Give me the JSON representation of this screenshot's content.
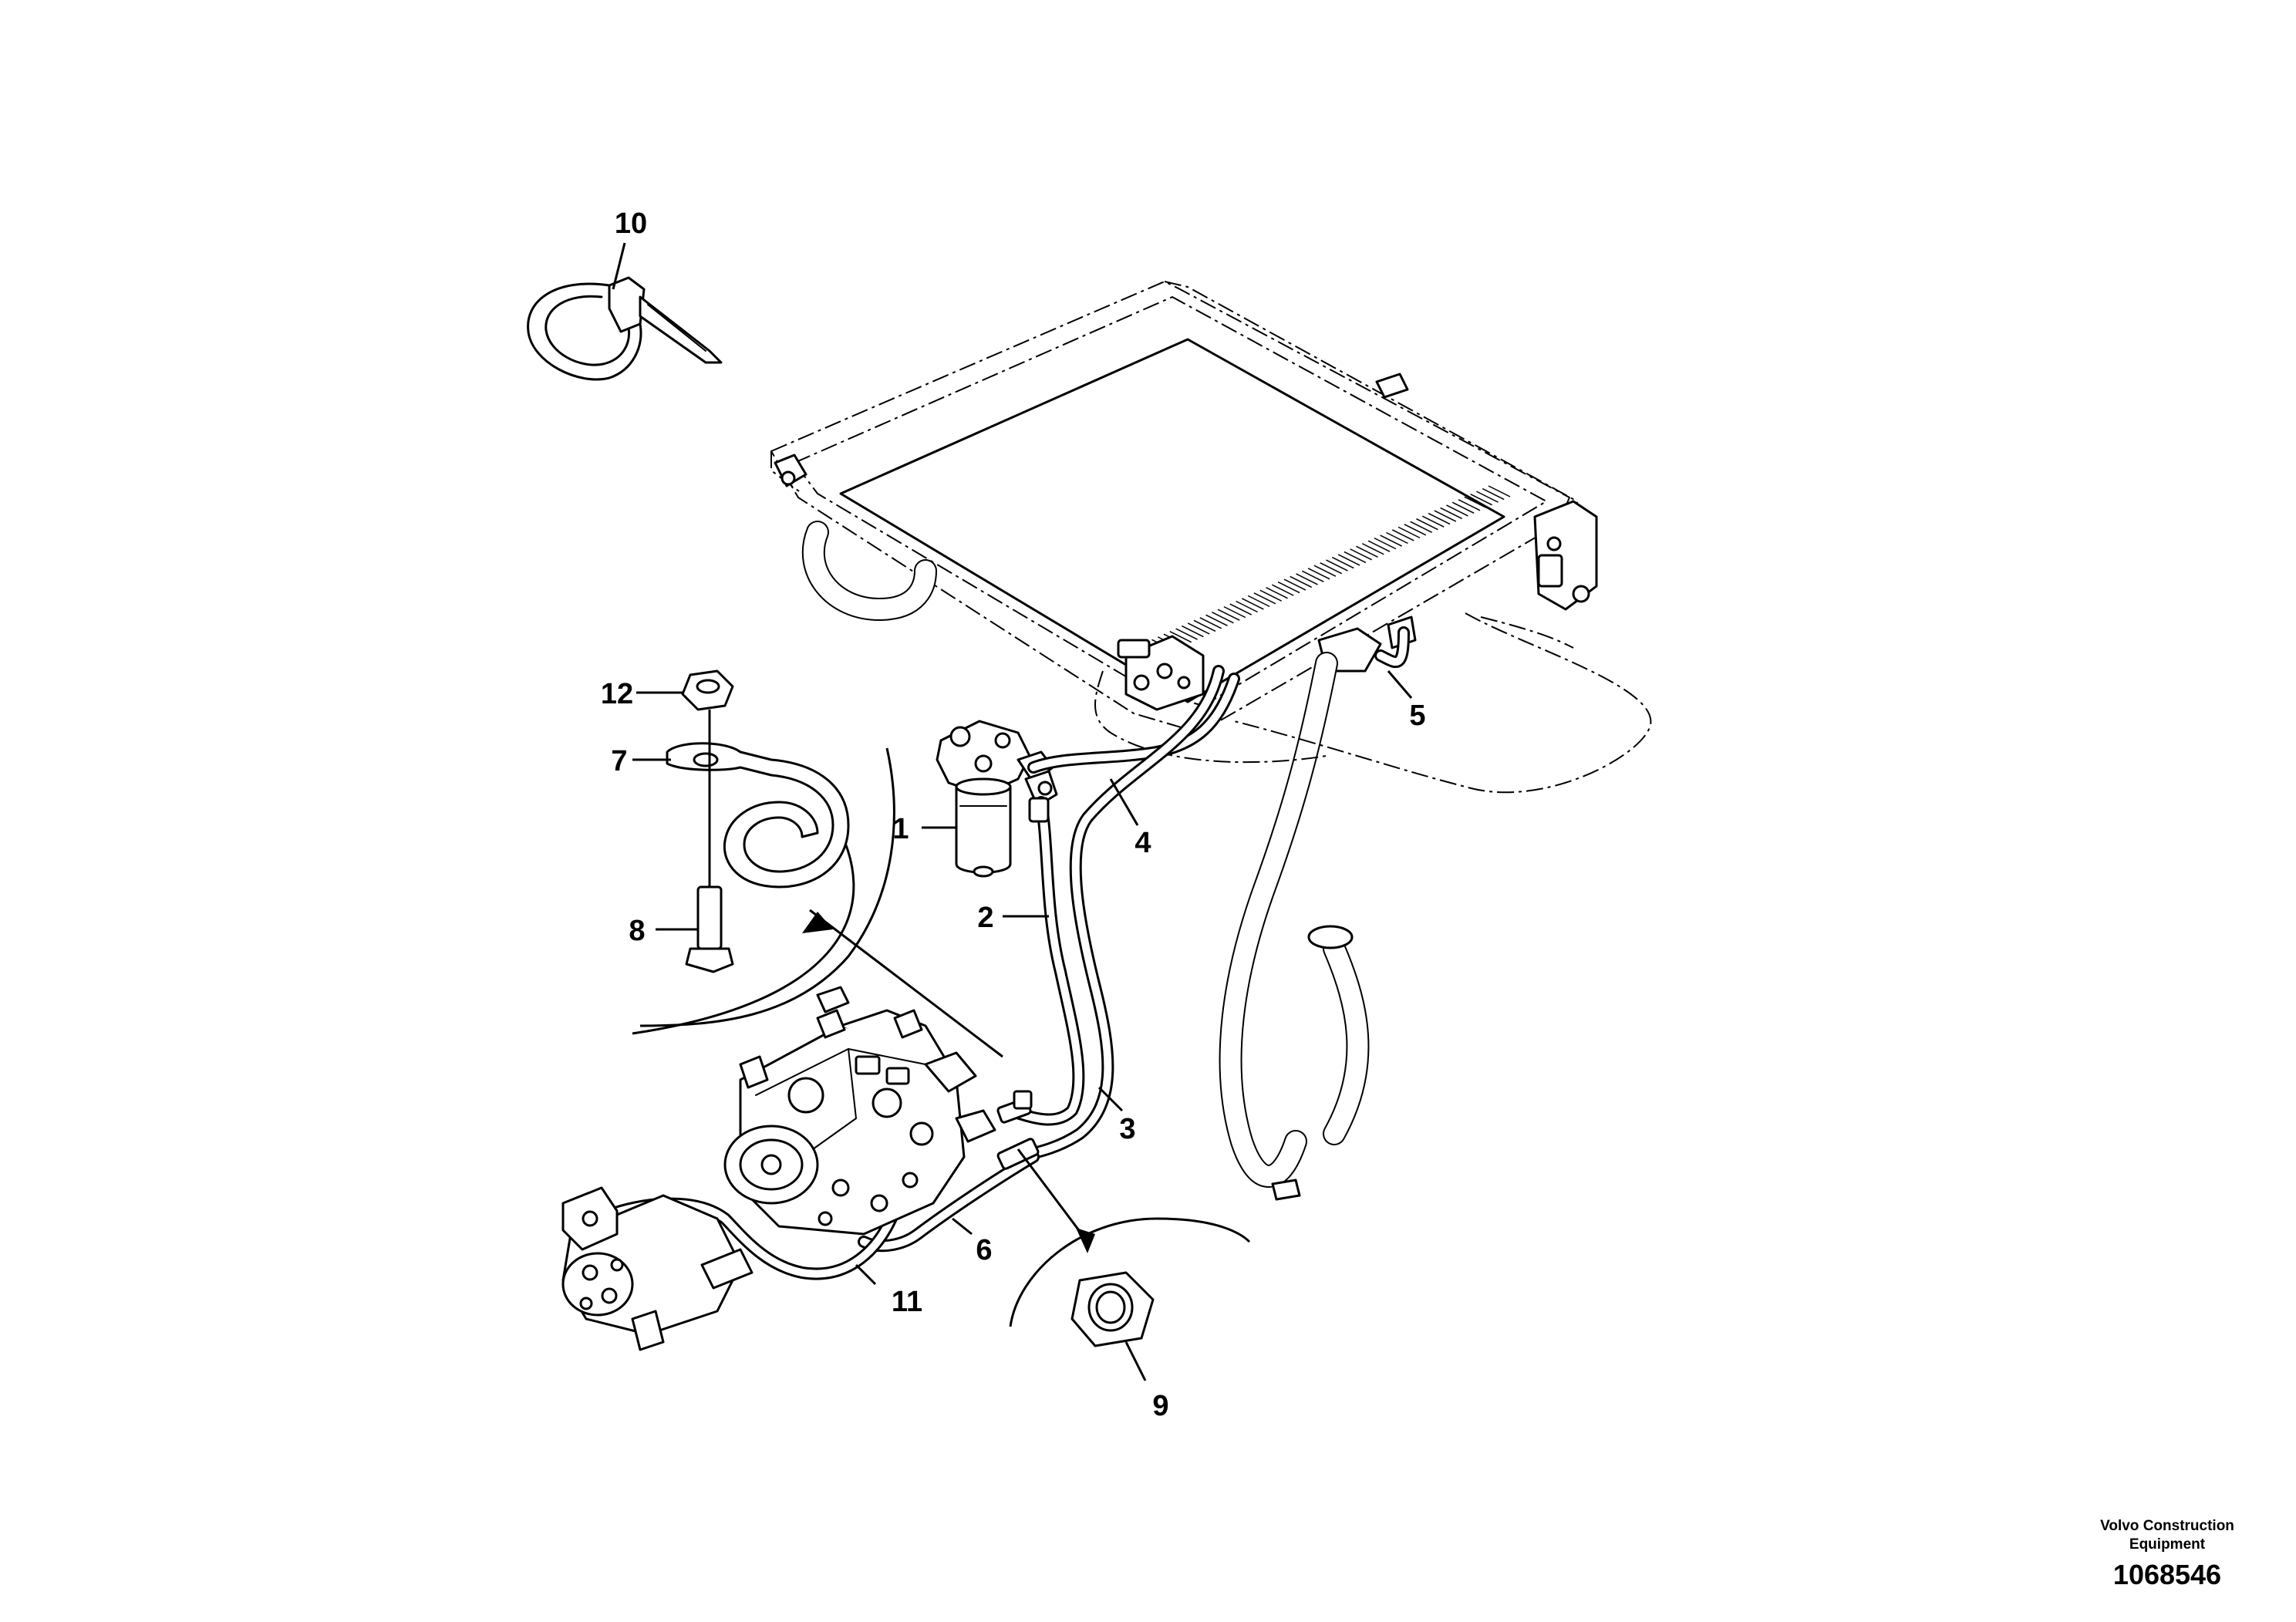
{
  "callouts": {
    "c1": "1",
    "c2": "2",
    "c3": "3",
    "c4": "4",
    "c5": "5",
    "c6": "6",
    "c7": "7",
    "c8": "8",
    "c9": "9",
    "c10": "10",
    "c11": "11",
    "c12": "12"
  },
  "footer": {
    "company_line1": "Volvo Construction",
    "company_line2": "Equipment",
    "drawing_number": "1068546"
  }
}
